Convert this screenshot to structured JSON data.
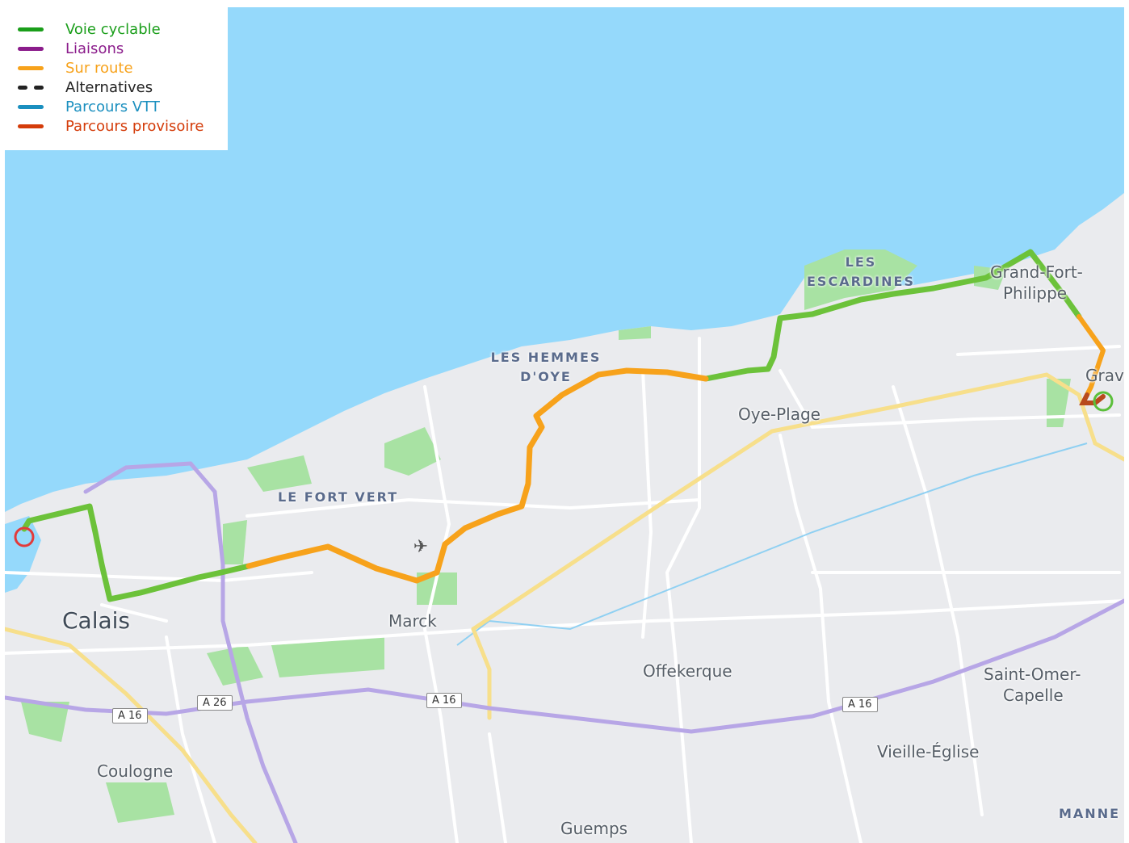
{
  "map": {
    "places": {
      "calais": "Calais",
      "marck": "Marck",
      "oye_plage": "Oye-Plage",
      "offekerque": "Offekerque",
      "coulogne": "Coulogne",
      "guemps": "Guemps",
      "vieille_eglise": "Vieille-Église",
      "saint_omer_capelle_1": "Saint-Omer-",
      "saint_omer_capelle_2": "Capelle",
      "grand_fort_philippe_1": "Grand-Fort-",
      "grand_fort_philippe_2": "Philippe",
      "gravelines": "Grave"
    },
    "areas": {
      "les_escardines_1": "LES",
      "les_escardines_2": "ESCARDINES",
      "les_hemmes_1": "LES HEMMES",
      "les_hemmes_2": "D'OYE",
      "le_fort_vert": "LE FORT VERT",
      "manne": "MANNE"
    },
    "road_shields": {
      "a16_west": "A 16",
      "a26": "A 26",
      "a16_mid": "A 16",
      "a16_east": "A 16"
    },
    "icons": {
      "airport": "airplane-icon",
      "start": "start-marker-icon",
      "end": "end-marker-icon"
    },
    "colors": {
      "sea": "#95d9fb",
      "land": "#eaebee",
      "park": "#9fdf9a",
      "motorway": "#b7a6e6",
      "trunk": "#f7df8b"
    }
  },
  "legend": {
    "items": [
      {
        "label": "Voie cyclable",
        "color": "#1a9e1a",
        "style": "solid"
      },
      {
        "label": "Liaisons",
        "color": "#8b1c8b",
        "style": "solid"
      },
      {
        "label": "Sur route",
        "color": "#f7a21b",
        "style": "solid"
      },
      {
        "label": "Alternatives",
        "color": "#222222",
        "style": "dashed"
      },
      {
        "label": "Parcours VTT",
        "color": "#1a8fbf",
        "style": "solid"
      },
      {
        "label": "Parcours provisoire",
        "color": "#d43c0a",
        "style": "solid"
      }
    ]
  }
}
